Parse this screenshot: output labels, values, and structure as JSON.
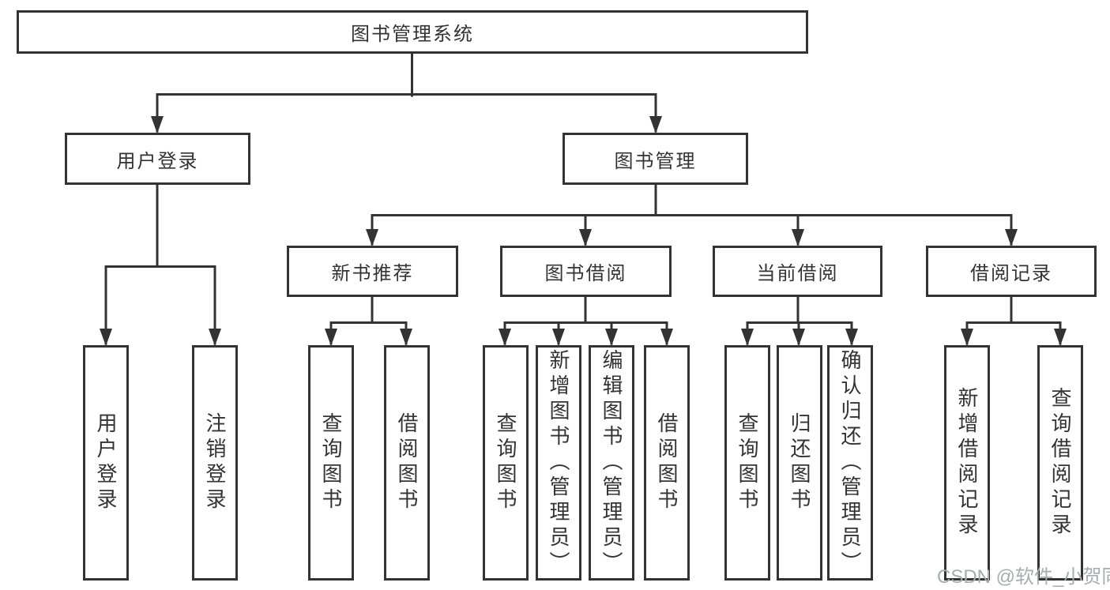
{
  "diagram": {
    "root": {
      "label": "图书管理系统"
    },
    "level2": [
      {
        "label": "用户登录"
      },
      {
        "label": "图书管理"
      }
    ],
    "level3": [
      {
        "label": "新书推荐"
      },
      {
        "label": "图书借阅"
      },
      {
        "label": "当前借阅"
      },
      {
        "label": "借阅记录"
      }
    ],
    "leaves": {
      "user": [
        "用户登录",
        "注销登录"
      ],
      "newbook": [
        "查询图书",
        "借阅图书"
      ],
      "borrow": [
        "查询图书",
        "新增图书（管理员）",
        "编辑图书（管理员）",
        "借阅图书"
      ],
      "current": [
        "查询图书",
        "归还图书",
        "确认归还（管理员）"
      ],
      "records": [
        "新增借阅记录",
        "查询借阅记录"
      ]
    }
  },
  "watermark": "CSDN @软件_小贺同学",
  "colors": {
    "line": "#333333",
    "text": "#333333",
    "watermark": "#a8abaf",
    "background": "#ffffff"
  }
}
